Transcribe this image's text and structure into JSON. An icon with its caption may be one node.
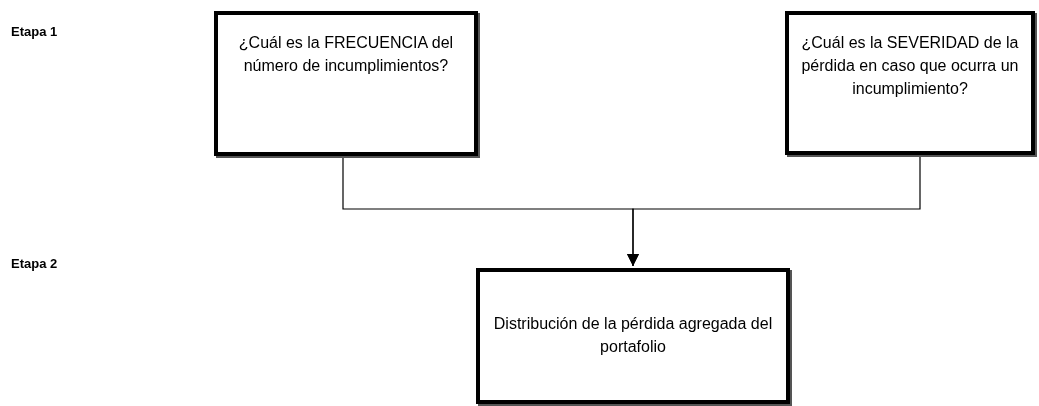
{
  "diagram": {
    "nodes": [
      {
        "text": [
          "¿Cuál es la FRECUENCIA del número de incumplimientos?"
        ]
      },
      {
        "text": [
          "¿Cuál es la SEVERIDAD de la pérdida en caso que ocurra un incumplimiento?"
        ]
      },
      {
        "text": [
          "Distribución de la pérdida agregada del portafolio"
        ]
      }
    ],
    "edges": [
      {
        "from": 0,
        "to": 2,
        "arrow": "to"
      },
      {
        "from": 1,
        "to": 2,
        "arrow": "to"
      }
    ],
    "labels": [
      "Etapa 1",
      "Etapa 2"
    ]
  }
}
